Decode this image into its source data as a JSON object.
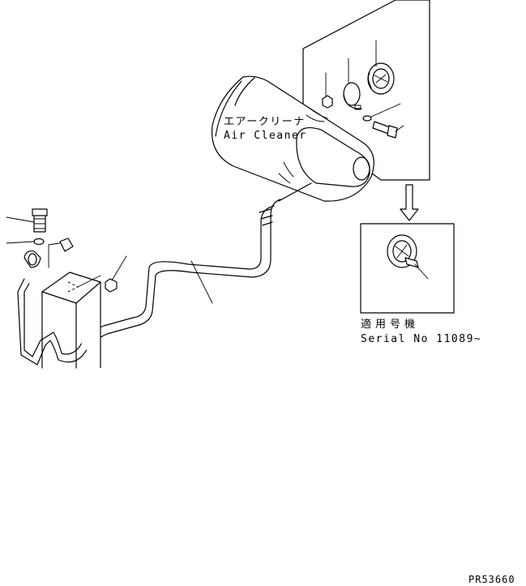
{
  "labels": {
    "air_cleaner_jp": "エアークリーナ",
    "air_cleaner_en": "Air Cleaner",
    "applicable_jp": "適用号機",
    "serial": "Serial No 11089~",
    "part_code": "PR53660"
  },
  "colors": {
    "line": "#000000",
    "background": "#ffffff"
  }
}
